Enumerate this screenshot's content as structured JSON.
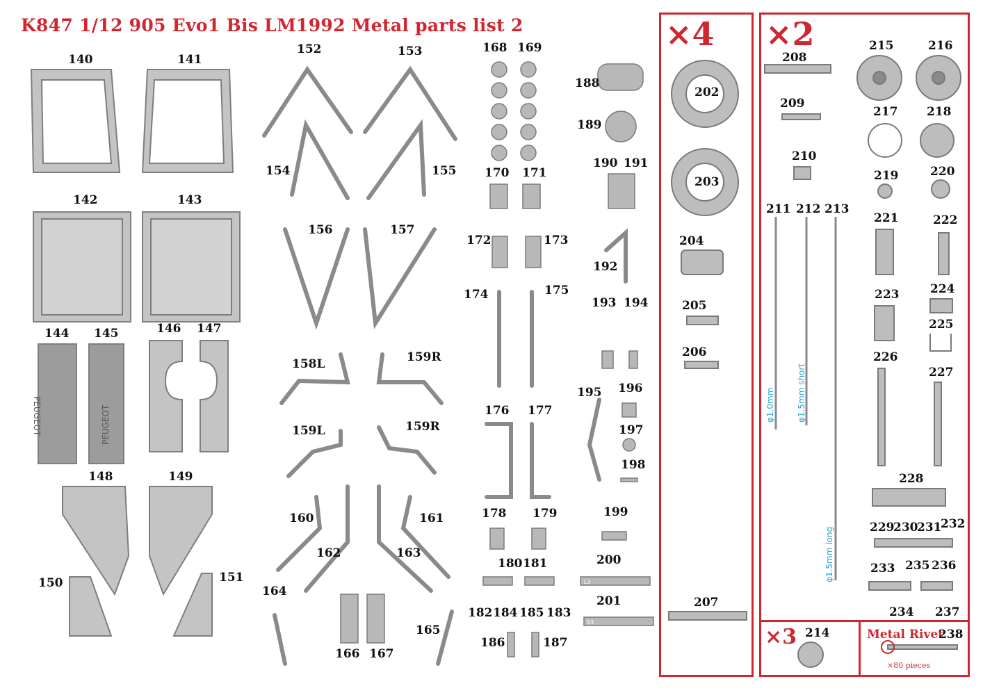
{
  "title": "K847  1/12  905 Evo1 Bis LM1992  Metal parts list 2",
  "groups": {
    "x4": {
      "label": "×4"
    },
    "x2": {
      "label": "×2"
    },
    "x3": {
      "label": "×3"
    },
    "rivet": {
      "label": "Metal Rivet",
      "number": "238",
      "count": "×80 pieces"
    }
  },
  "rod_notes": {
    "r211": "φ1.0mm",
    "r212": "φ1.5mm short",
    "r213": "φ1.5mm long"
  },
  "parts": {
    "p140": "140",
    "p141": "141",
    "p142": "142",
    "p143": "143",
    "p144": "144",
    "p145": "145",
    "p146": "146",
    "p147": "147",
    "p148": "148",
    "p149": "149",
    "p150": "150",
    "p151": "151",
    "p152": "152",
    "p153": "153",
    "p154": "154",
    "p155": "155",
    "p156": "156",
    "p157": "157",
    "p158L": "158L",
    "p159R_a": "159R",
    "p159L": "159L",
    "p159R_b": "159R",
    "p160": "160",
    "p161": "161",
    "p162": "162",
    "p163": "163",
    "p164": "164",
    "p165": "165",
    "p166": "166",
    "p167": "167",
    "p168": "168",
    "p169": "169",
    "p170": "170",
    "p171": "171",
    "p172": "172",
    "p173": "173",
    "p174": "174",
    "p175": "175",
    "p176": "176",
    "p177": "177",
    "p178": "178",
    "p179": "179",
    "p180": "180",
    "p181": "181",
    "p182": "182",
    "p183": "183",
    "p184": "184",
    "p185": "185",
    "p186": "186",
    "p187": "187",
    "p188": "188",
    "p189": "189",
    "p190": "190",
    "p191": "191",
    "p192": "192",
    "p193": "193",
    "p194": "194",
    "p195": "195",
    "p196": "196",
    "p197": "197",
    "p198": "198",
    "p199": "199",
    "p200": "200",
    "p201": "201",
    "p202": "202",
    "p203": "203",
    "p204": "204",
    "p205": "205",
    "p206": "206",
    "p207": "207",
    "p208": "208",
    "p209": "209",
    "p210": "210",
    "p211": "211",
    "p212": "212",
    "p213": "213",
    "p214": "214",
    "p215": "215",
    "p216": "216",
    "p217": "217",
    "p218": "218",
    "p219": "219",
    "p220": "220",
    "p221": "221",
    "p222": "222",
    "p223": "223",
    "p224": "224",
    "p225": "225",
    "p226": "226",
    "p227": "227",
    "p228": "228",
    "p229": "229",
    "p230": "230",
    "p231": "231",
    "p232": "232",
    "p233": "233",
    "p234": "234",
    "p235": "235",
    "p236": "236",
    "p237": "237"
  },
  "engraving": {
    "peugeot": "PEUGEOT",
    "tag200": "L3",
    "tag201": "S3"
  },
  "colors": {
    "accent": "#d0262f",
    "note": "#2aa3d8"
  }
}
